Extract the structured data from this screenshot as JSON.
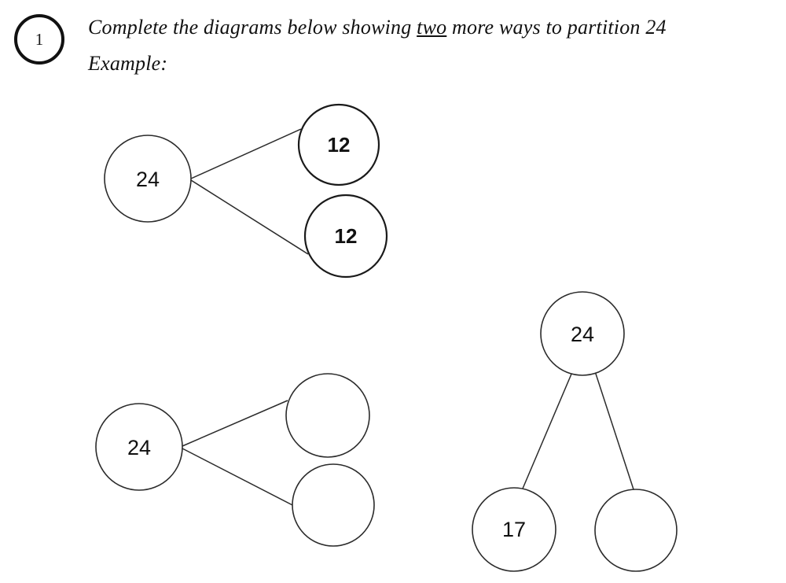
{
  "worksheet": {
    "question_number": "1",
    "instruction_prefix": "Complete the diagrams below showing ",
    "instruction_emphasis": "two",
    "instruction_suffix": " more ways to partition 24",
    "example_label": "Example:",
    "target_number": "24"
  },
  "diagrams": [
    {
      "id": "example-diagram",
      "layout": "horizontal",
      "whole": "24",
      "parts": [
        "12",
        "12"
      ],
      "filled": [
        true,
        true
      ]
    },
    {
      "id": "blank-diagram-left",
      "layout": "horizontal",
      "whole": "24",
      "parts": [
        "",
        ""
      ],
      "filled": [
        false,
        false
      ]
    },
    {
      "id": "blank-diagram-right",
      "layout": "vertical",
      "whole": "24",
      "parts": [
        "17",
        ""
      ],
      "filled": [
        true,
        false
      ]
    }
  ],
  "nodes": {
    "ex_whole": "24",
    "ex_part_a": "12",
    "ex_part_b": "12",
    "d2_whole": "24",
    "d2_part_a": "",
    "d2_part_b": "",
    "d3_whole": "24",
    "d3_part_a": "17",
    "d3_part_b": ""
  },
  "colors": {
    "ink": "#2b2b2b",
    "text": "#111111",
    "page_background": "#ffffff"
  }
}
